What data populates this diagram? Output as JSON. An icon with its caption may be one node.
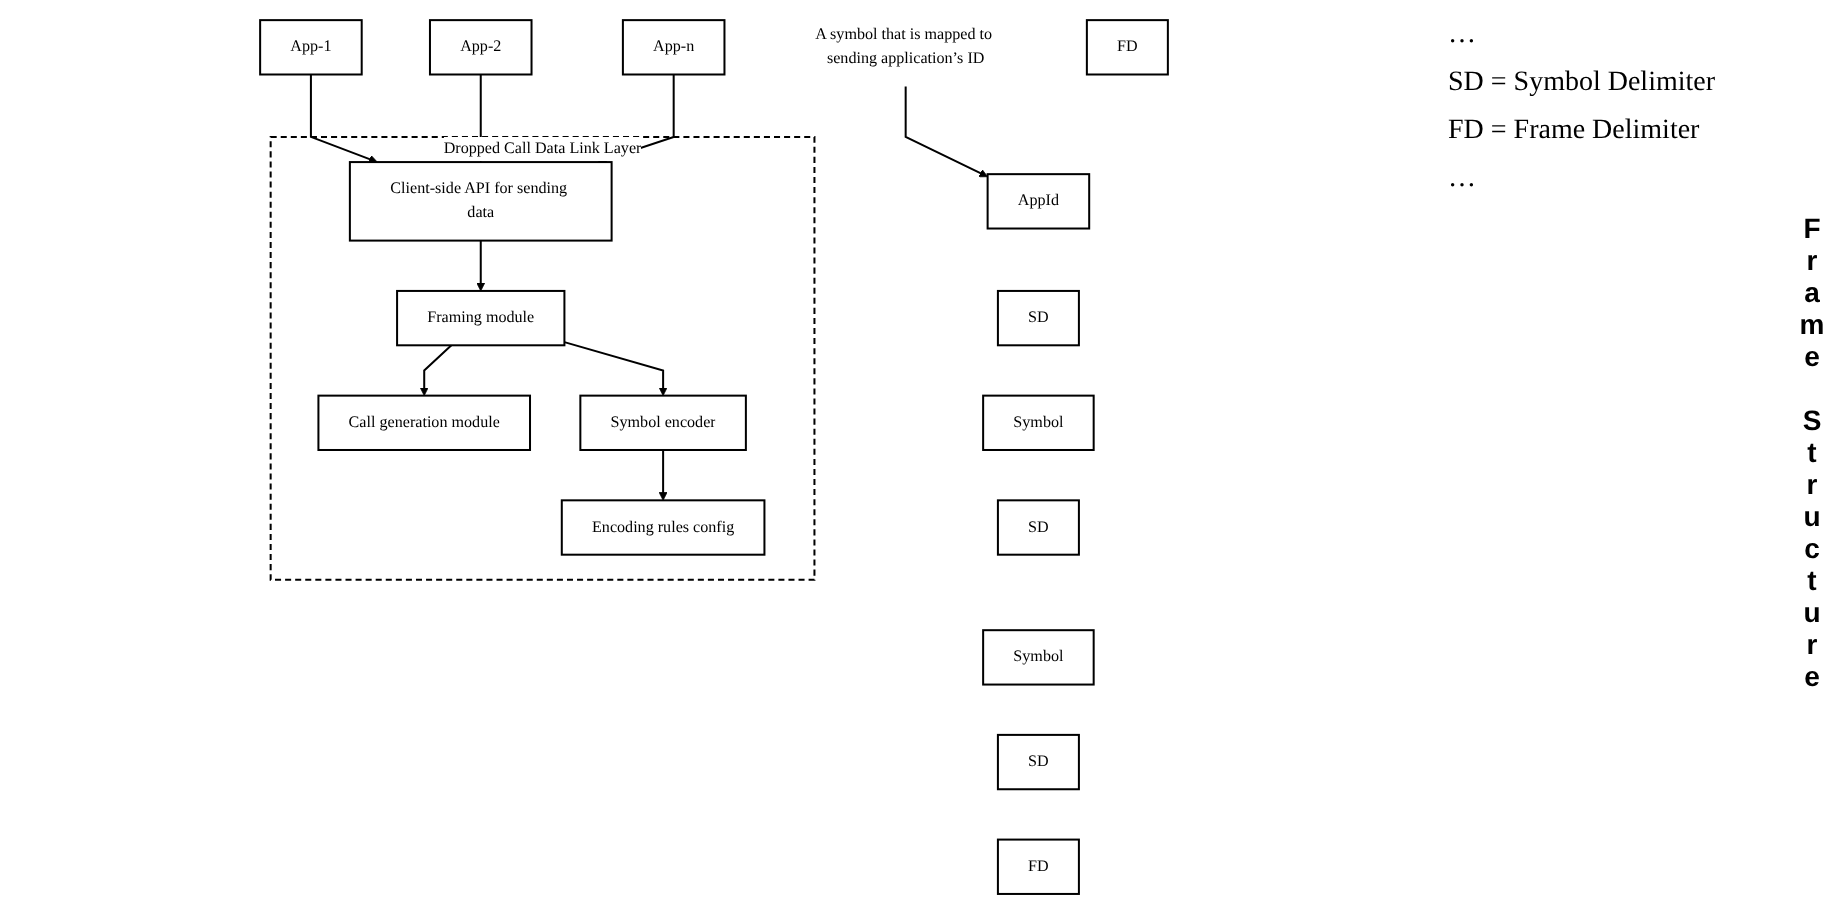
{
  "diagram": {
    "nodes": [
      {
        "text": [
          "App-1"
        ]
      },
      {
        "text": [
          "App-2"
        ]
      },
      {
        "text": [
          "App-n"
        ]
      },
      {
        "text": [
          "Dropped Call Data Link Layer"
        ]
      },
      {
        "text": [
          "Client-side API for sending data"
        ],
        "in": 3
      },
      {
        "text": [
          "Framing module"
        ],
        "in": 3
      },
      {
        "text": [
          "Call generation module"
        ],
        "in": 3
      },
      {
        "text": [
          "Symbol encoder"
        ],
        "in": 3
      },
      {
        "text": [
          "Encoding rules config"
        ],
        "in": 3
      },
      {
        "text": [
          "FD"
        ]
      },
      {
        "text": [
          "AppId"
        ]
      },
      {
        "text": [
          "SD"
        ]
      },
      {
        "text": [
          "Symbol"
        ]
      },
      {
        "text": [
          "SD"
        ]
      },
      {
        "text": [
          "Symbol"
        ]
      },
      {
        "text": [
          "SD"
        ]
      },
      {
        "text": [
          "FD"
        ]
      },
      {
        "text": [
          "A symbol that is mapped to sending application’s ID"
        ]
      }
    ],
    "edges": [
      {
        "from": 0,
        "to": 4,
        "arrow": "to"
      },
      {
        "from": 1,
        "to": 4,
        "arrow": "to"
      },
      {
        "from": 2,
        "to": 4,
        "arrow": "to"
      },
      {
        "from": 4,
        "to": 5,
        "arrow": "to"
      },
      {
        "from": 5,
        "to": 6,
        "arrow": "to"
      },
      {
        "from": 5,
        "to": 7,
        "arrow": "to"
      },
      {
        "from": 7,
        "to": 8,
        "arrow": "to"
      },
      {
        "from": 17,
        "to": 10,
        "arrow": "to"
      }
    ],
    "labels": [
      "…",
      "SD = Symbol Delimiter",
      "FD = Frame Delimiter",
      "…",
      "Frame Structure"
    ]
  }
}
